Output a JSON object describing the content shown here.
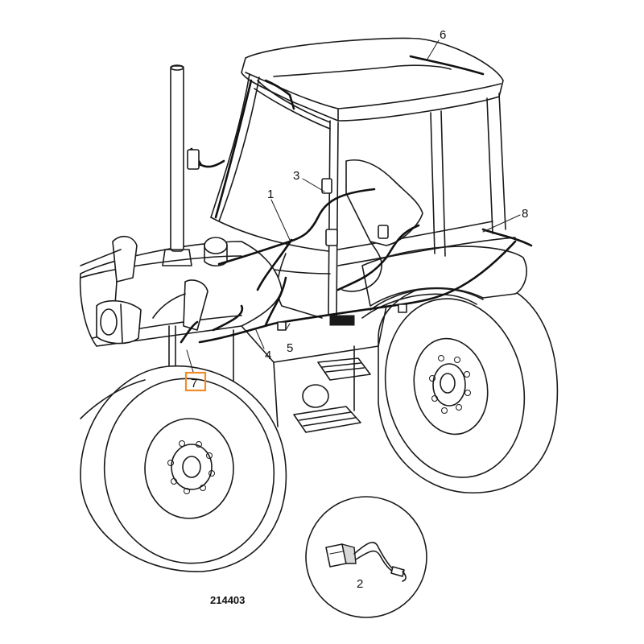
{
  "callouts": {
    "c1": "1",
    "c2": "2",
    "c3": "3",
    "c4": "4",
    "c5": "5",
    "c6": "6",
    "c7": "7",
    "c8": "8"
  },
  "highlighted_callout": "7",
  "highlight_color": "#f28c28",
  "reference_number": "214403"
}
